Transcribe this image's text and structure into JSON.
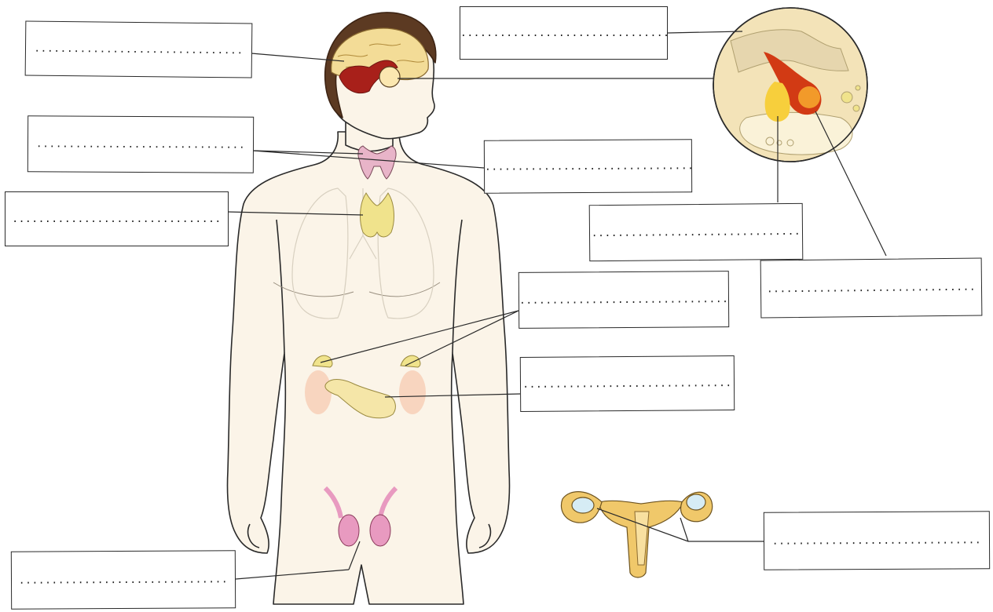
{
  "diagram": {
    "title": "",
    "colors": {
      "outline": "#2a2a2a",
      "body_fill": "#fbf4e8",
      "hair": "#5c3a22",
      "brain": "#f3dc97",
      "brain_red": "#a8201a",
      "thyroid_pink": "#e8b4c8",
      "adrenal_yellow": "#f0e38c",
      "kidney_peach": "#f8d5bf",
      "pancreas": "#f5e6a8",
      "testes_pink": "#e89ac0",
      "pituitary_red": "#d23a14",
      "pituitary_yellow": "#f7cf3c",
      "uterus": "#f0c86a",
      "ovary_blue": "#d6ecf5"
    },
    "labels": [
      {
        "id": "hypothalamus",
        "text": "................................"
      },
      {
        "id": "pituitary-lobe-top",
        "text": "................................"
      },
      {
        "id": "parathyroid",
        "text": "................................"
      },
      {
        "id": "thyroid-right",
        "text": "................................"
      },
      {
        "id": "thymus",
        "text": "................................"
      },
      {
        "id": "posterior-pituitary",
        "text": "................................"
      },
      {
        "id": "anterior-pituitary",
        "text": "................................"
      },
      {
        "id": "adrenal-glands",
        "text": "................................"
      },
      {
        "id": "pancreas",
        "text": "................................"
      },
      {
        "id": "testes",
        "text": "................................"
      },
      {
        "id": "ovaries",
        "text": "................................"
      }
    ]
  }
}
